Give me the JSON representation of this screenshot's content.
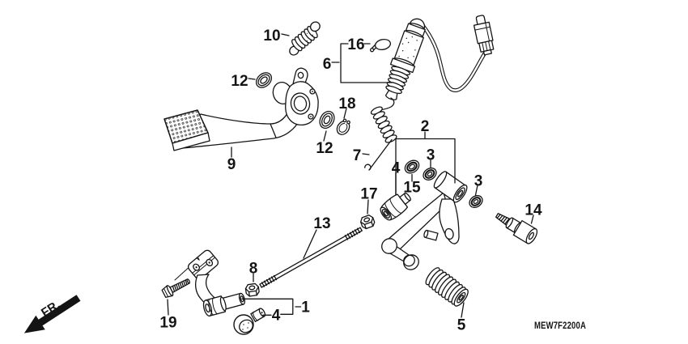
{
  "diagram": {
    "code": "MEW7F2200A",
    "orientation_label": "FR.",
    "callouts": {
      "c1": "1",
      "c2": "2",
      "c3a": "3",
      "c3b": "3",
      "c4a": "4",
      "c4b": "4",
      "c5": "5",
      "c6": "6",
      "c7": "7",
      "c8": "8",
      "c9": "9",
      "c10": "10",
      "c12a": "12",
      "c12b": "12",
      "c13": "13",
      "c14": "14",
      "c15": "15",
      "c16": "16",
      "c17": "17",
      "c18": "18",
      "c19": "19"
    }
  }
}
